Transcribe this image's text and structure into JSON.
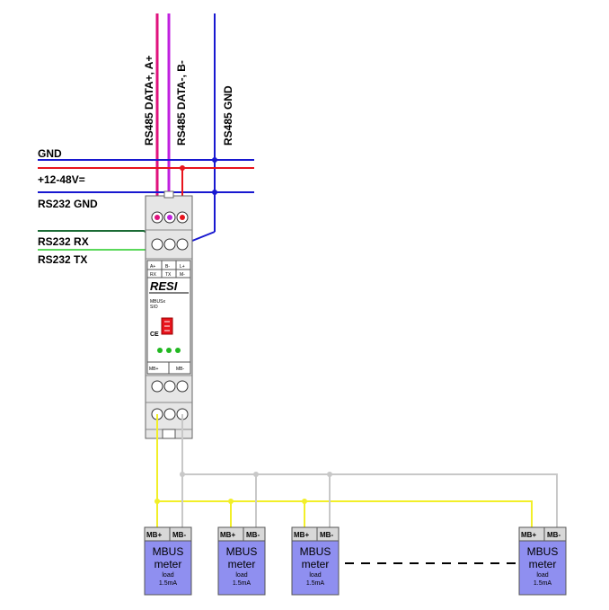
{
  "bus_labels": {
    "data_plus": "RS485 DATA+, A+",
    "data_minus": "RS485 DATA-, B-",
    "rs485_gnd": "RS485 GND"
  },
  "supply_labels": {
    "gnd": "GND",
    "vplus": "+12-48V=",
    "rs232_gnd": "RS232 GND",
    "rs232_rx": "RS232 RX",
    "rs232_tx": "RS232 TX"
  },
  "device": {
    "brand": "RESI",
    "model": "MBUSx",
    "model2": "SIO",
    "ce": "CE",
    "terminal_top": [
      "A+",
      "B-",
      "L+"
    ],
    "terminal_top2": [
      "RX",
      "TX",
      "M-"
    ],
    "terminal_bottom": [
      "MB+",
      "MB-"
    ]
  },
  "meters": [
    {
      "plus": "MB+",
      "minus": "MB-",
      "title": "MBUS",
      "sub": "meter",
      "load": "load",
      "current": "1.5mA"
    },
    {
      "plus": "MB+",
      "minus": "MB-",
      "title": "MBUS",
      "sub": "meter",
      "load": "load",
      "current": "1.5mA"
    },
    {
      "plus": "MB+",
      "minus": "MB-",
      "title": "MBUS",
      "sub": "meter",
      "load": "load",
      "current": "1.5mA"
    },
    {
      "plus": "MB+",
      "minus": "MB-",
      "title": "MBUS",
      "sub": "meter",
      "load": "load",
      "current": "1.5mA"
    }
  ],
  "colors": {
    "data_plus": "#e0127d",
    "data_minus": "#c020e0",
    "gnd": "#1818d0",
    "vplus": "#e8141c",
    "rx": "#1b6b35",
    "tx": "#5ad85a",
    "mbus_plus": "#f2ef28",
    "mbus_minus": "#c8c8c8",
    "meter_fill": "#8f8ff0"
  }
}
